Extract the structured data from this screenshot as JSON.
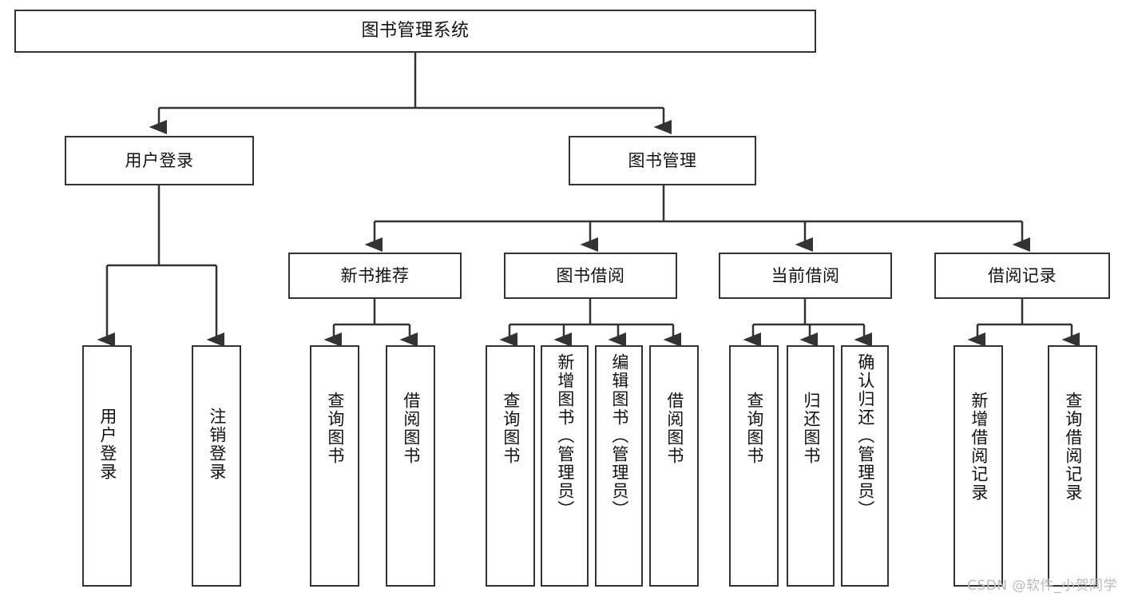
{
  "diagram": {
    "title": "图书管理系统",
    "type": "tree-hierarchy-diagram",
    "watermark": "CSDN @软件_小贺同学",
    "colors": {
      "stroke": "#333333",
      "fill": "#ffffff",
      "text": "#111111",
      "watermark": "#b9b9b9"
    },
    "nodes": {
      "root": {
        "label": "图书管理系统"
      },
      "level2": [
        {
          "label": "用户登录"
        },
        {
          "label": "图书管理"
        }
      ],
      "level3": [
        {
          "label": "新书推荐"
        },
        {
          "label": "图书借阅"
        },
        {
          "label": "当前借阅"
        },
        {
          "label": "借阅记录"
        }
      ],
      "leaves": {
        "user_login": [
          {
            "label": "用户登录"
          },
          {
            "label": "注销登录"
          }
        ],
        "new_book_recommend": [
          {
            "label": "查询图书"
          },
          {
            "label": "借阅图书"
          }
        ],
        "book_borrow": [
          {
            "label": "查询图书"
          },
          {
            "label": "新增图书（管理员）"
          },
          {
            "label": "编辑图书（管理员）"
          },
          {
            "label": "借阅图书"
          }
        ],
        "current_borrow": [
          {
            "label": "查询图书"
          },
          {
            "label": "归还图书"
          },
          {
            "label": "确认归还（管理员）"
          }
        ],
        "borrow_record": [
          {
            "label": "新增借阅记录"
          },
          {
            "label": "查询借阅记录"
          }
        ]
      }
    }
  }
}
